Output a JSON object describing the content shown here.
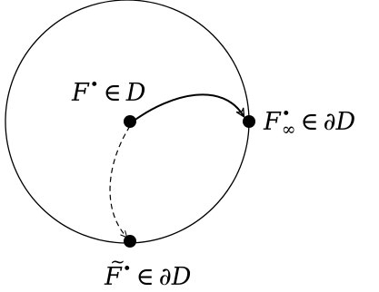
{
  "diagram": {
    "label_center": {
      "symbol": "F",
      "superscript": "•",
      "relation": "∈",
      "set": "D"
    },
    "label_right": {
      "symbol": "F",
      "superscript": "•",
      "subscript": "∞",
      "relation": "∈",
      "set": "∂D"
    },
    "label_bottom": {
      "symbol": "F",
      "superscript": "•",
      "relation": "∈",
      "set": "∂D"
    }
  }
}
